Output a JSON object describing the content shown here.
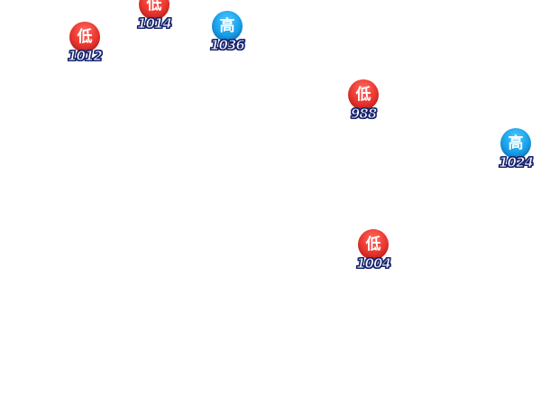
{
  "colors": {
    "low_pressure": "#ef3b33",
    "high_pressure": "#1da6ef",
    "label_outline": "#16236e"
  },
  "markers": [
    {
      "type": "low",
      "symbol": "低",
      "value": "1014"
    },
    {
      "type": "high",
      "symbol": "高",
      "value": "1036"
    },
    {
      "type": "low",
      "symbol": "低",
      "value": "1012"
    },
    {
      "type": "low",
      "symbol": "低",
      "value": "988"
    },
    {
      "type": "high",
      "symbol": "高",
      "value": "1024"
    },
    {
      "type": "low",
      "symbol": "低",
      "value": "1004"
    }
  ]
}
